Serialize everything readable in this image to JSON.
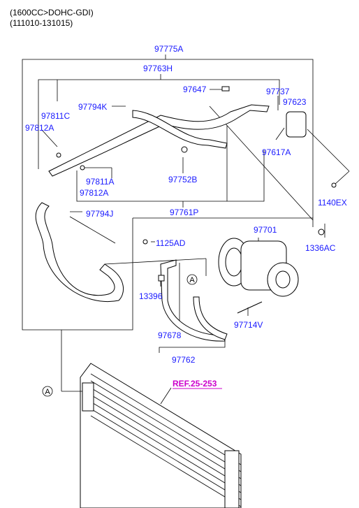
{
  "header": {
    "engine": "(1600CC>DOHC-GDI)",
    "date_range": "(111010-131015)"
  },
  "labels": {
    "p97775A": "97775A",
    "p97763H": "97763H",
    "p97647": "97647",
    "p97737": "97737",
    "p97794K": "97794K",
    "p97623": "97623",
    "p97811C": "97811C",
    "p97812A_1": "97812A",
    "p97617A": "97617A",
    "p97811A": "97811A",
    "p97812A_2": "97812A",
    "p97752B": "97752B",
    "p1140EX": "1140EX",
    "p97794J": "97794J",
    "p97761P": "97761P",
    "p97701": "97701",
    "p1125AD": "1125AD",
    "p1336AC": "1336AC",
    "p13396": "13396",
    "p97714V": "97714V",
    "p97678": "97678",
    "p97762": "97762",
    "ref": "REF.25-253",
    "callout_a": "A"
  }
}
